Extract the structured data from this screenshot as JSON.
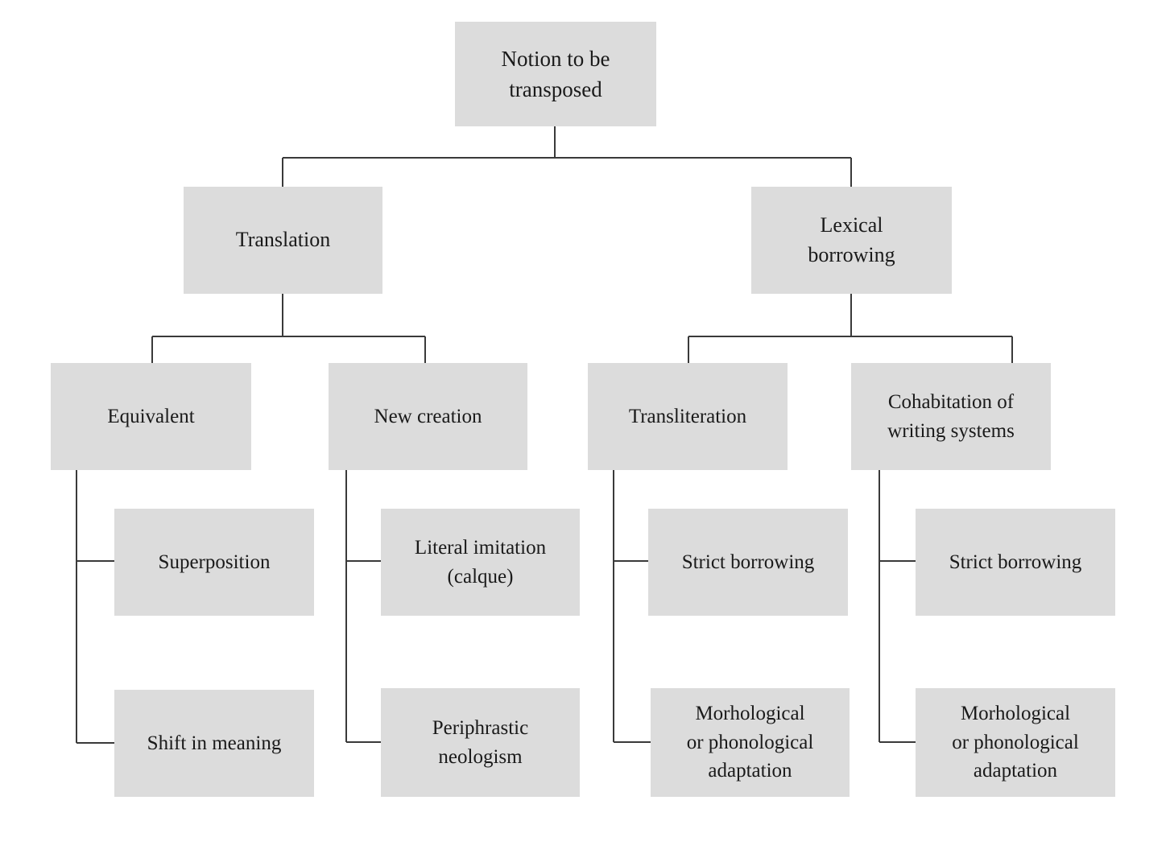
{
  "diagram": {
    "title": "Notion to be transposed",
    "type": "hierarchical tree",
    "box_fill": "#dcdcdc",
    "line_color": "#3a3a3a",
    "background": "#ffffff",
    "nodes": {
      "root": {
        "label": "Notion to be\ntransposed"
      },
      "translation": {
        "label": "Translation"
      },
      "lexical_borrowing": {
        "label": "Lexical\nborrowing"
      },
      "equivalent": {
        "label": "Equivalent"
      },
      "new_creation": {
        "label": "New creation"
      },
      "transliteration": {
        "label": "Transliteration"
      },
      "cohabitation": {
        "label": "Cohabitation of\nwriting systems"
      },
      "superposition": {
        "label": "Superposition"
      },
      "shift_in_meaning": {
        "label": "Shift in meaning"
      },
      "literal_imitation": {
        "label": "Literal imitation\n(calque)"
      },
      "periphrastic_neologism": {
        "label": "Periphrastic\nneologism"
      },
      "strict_borrowing_translit": {
        "label": "Strict borrowing"
      },
      "morph_adaptation_translit": {
        "label": "Morhological\nor phonological\nadaptation"
      },
      "strict_borrowing_cohab": {
        "label": "Strict borrowing"
      },
      "morph_adaptation_cohab": {
        "label": "Morhological\nor phonological\nadaptation"
      }
    },
    "edges": [
      {
        "from": "root",
        "to": "translation"
      },
      {
        "from": "root",
        "to": "lexical_borrowing"
      },
      {
        "from": "translation",
        "to": "equivalent"
      },
      {
        "from": "translation",
        "to": "new_creation"
      },
      {
        "from": "lexical_borrowing",
        "to": "transliteration"
      },
      {
        "from": "lexical_borrowing",
        "to": "cohabitation"
      },
      {
        "from": "equivalent",
        "to": "superposition"
      },
      {
        "from": "equivalent",
        "to": "shift_in_meaning"
      },
      {
        "from": "new_creation",
        "to": "literal_imitation"
      },
      {
        "from": "new_creation",
        "to": "periphrastic_neologism"
      },
      {
        "from": "transliteration",
        "to": "strict_borrowing_translit"
      },
      {
        "from": "transliteration",
        "to": "morph_adaptation_translit"
      },
      {
        "from": "cohabitation",
        "to": "strict_borrowing_cohab"
      },
      {
        "from": "cohabitation",
        "to": "morph_adaptation_cohab"
      }
    ]
  }
}
